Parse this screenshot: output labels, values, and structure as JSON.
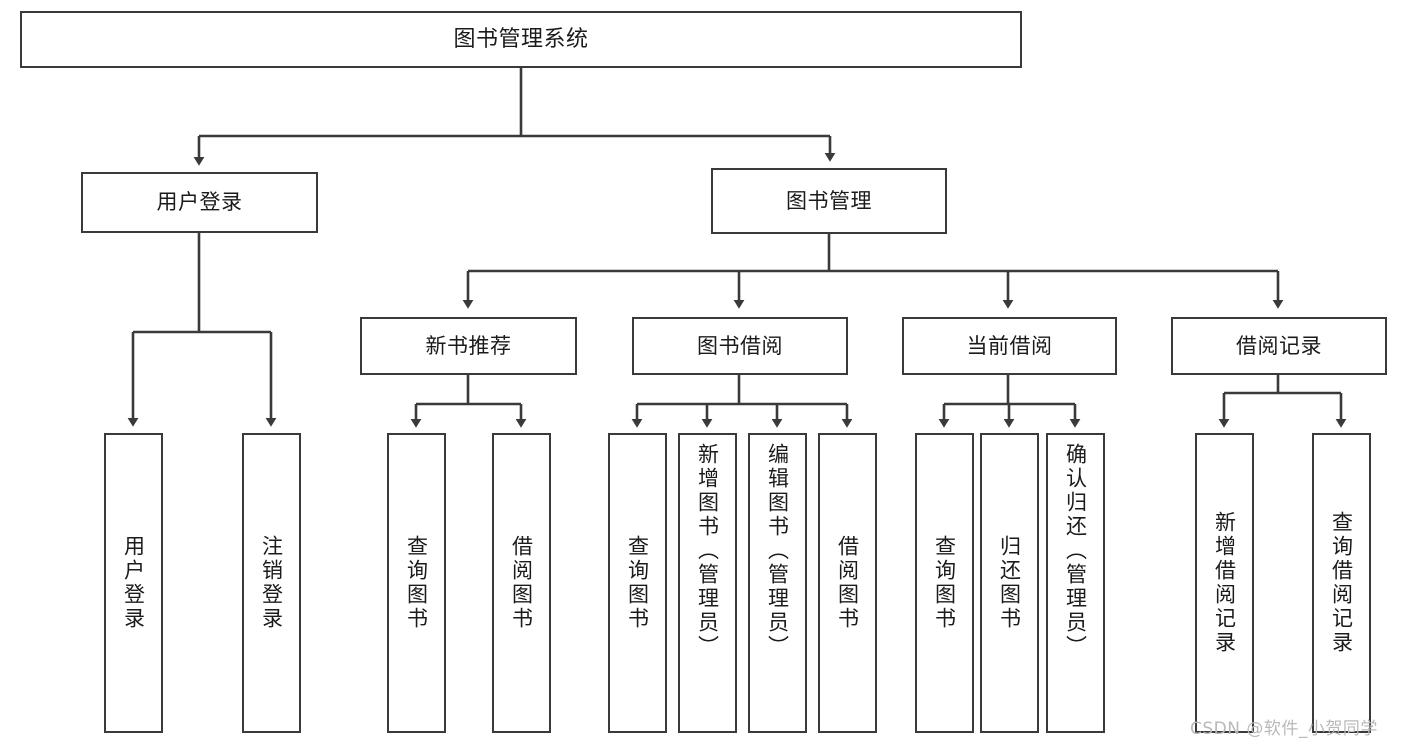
{
  "diagram": {
    "title": "图书管理系统",
    "watermark": "CSDN @软件_小贺同学",
    "line_color": "#3a3a3a",
    "background": "#ffffff",
    "type": "tree-hierarchy",
    "levels": 4,
    "root": {
      "label": "图书管理系统",
      "children": [
        {
          "label": "用户登录",
          "children": [
            {
              "label": "用户登录"
            },
            {
              "label": "注销登录"
            }
          ]
        },
        {
          "label": "图书管理",
          "children": [
            {
              "label": "新书推荐",
              "children": [
                {
                  "label": "查询图书"
                },
                {
                  "label": "借阅图书"
                }
              ]
            },
            {
              "label": "图书借阅",
              "children": [
                {
                  "label": "查询图书"
                },
                {
                  "label": "新增图书（管理员）"
                },
                {
                  "label": "编辑图书（管理员）"
                },
                {
                  "label": "借阅图书"
                }
              ]
            },
            {
              "label": "当前借阅",
              "children": [
                {
                  "label": "查询图书"
                },
                {
                  "label": "归还图书"
                },
                {
                  "label": "确认归还（管理员）"
                }
              ]
            },
            {
              "label": "借阅记录",
              "children": [
                {
                  "label": "新增借阅记录"
                },
                {
                  "label": "查询借阅记录"
                }
              ]
            }
          ]
        }
      ]
    },
    "nodes": {
      "root": "图书管理系统",
      "l1_user_login": "用户登录",
      "l1_book_mgmt": "图书管理",
      "l2_new_book_rec": "新书推荐",
      "l2_book_borrow": "图书借阅",
      "l2_current_borrow": "当前借阅",
      "l2_borrow_record": "借阅记录",
      "l3_user_login": "用户登录",
      "l3_logout": "注销登录",
      "l3_query_book_a": "查询图书",
      "l3_borrow_book_a": "借阅图书",
      "l3_query_book_b": "查询图书",
      "l3_add_book": "新增图书（管理员）",
      "l3_edit_book": "编辑图书（管理员）",
      "l3_borrow_book_b": "借阅图书",
      "l3_query_book_c": "查询图书",
      "l3_return_book": "归还图书",
      "l3_confirm_return": "确认归还（管理员）",
      "l3_add_record": "新增借阅记录",
      "l3_query_record": "查询借阅记录"
    }
  }
}
